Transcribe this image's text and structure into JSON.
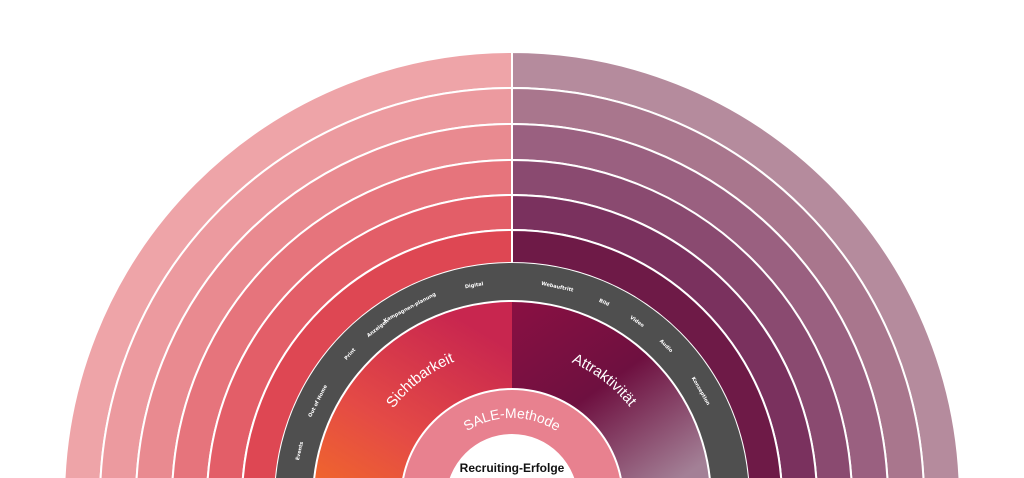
{
  "diagram": {
    "center_label": "Recruiting-Erfolge",
    "method_label": "SALE-Methode",
    "pillars": {
      "left": "Sichtbarkeit",
      "right": "Attraktivität"
    },
    "channels_left": [
      "Events",
      "Out of Home",
      "Print",
      "Anzeigen",
      "Kampagnen-planung",
      "Digital"
    ],
    "channels_right": [
      "Webauftritt",
      "Bild",
      "Video",
      "Audio",
      "Konzeption"
    ],
    "colors": {
      "left_bands": [
        "#eea4a8",
        "#ec9a9f",
        "#e98a90",
        "#e6747c",
        "#e35e68",
        "#de4753"
      ],
      "right_bands": [
        "#b58b9d",
        "#a9768d",
        "#9a6080",
        "#8a4a70",
        "#7a315e",
        "#6e1a47"
      ],
      "dark_ring": "#4f4f4f",
      "pink_ring": "#e8818f",
      "left_gradient": [
        "#f26a28",
        "#e23a4e"
      ],
      "right_gradient": [
        "#8a1040",
        "#9a7088"
      ]
    }
  }
}
